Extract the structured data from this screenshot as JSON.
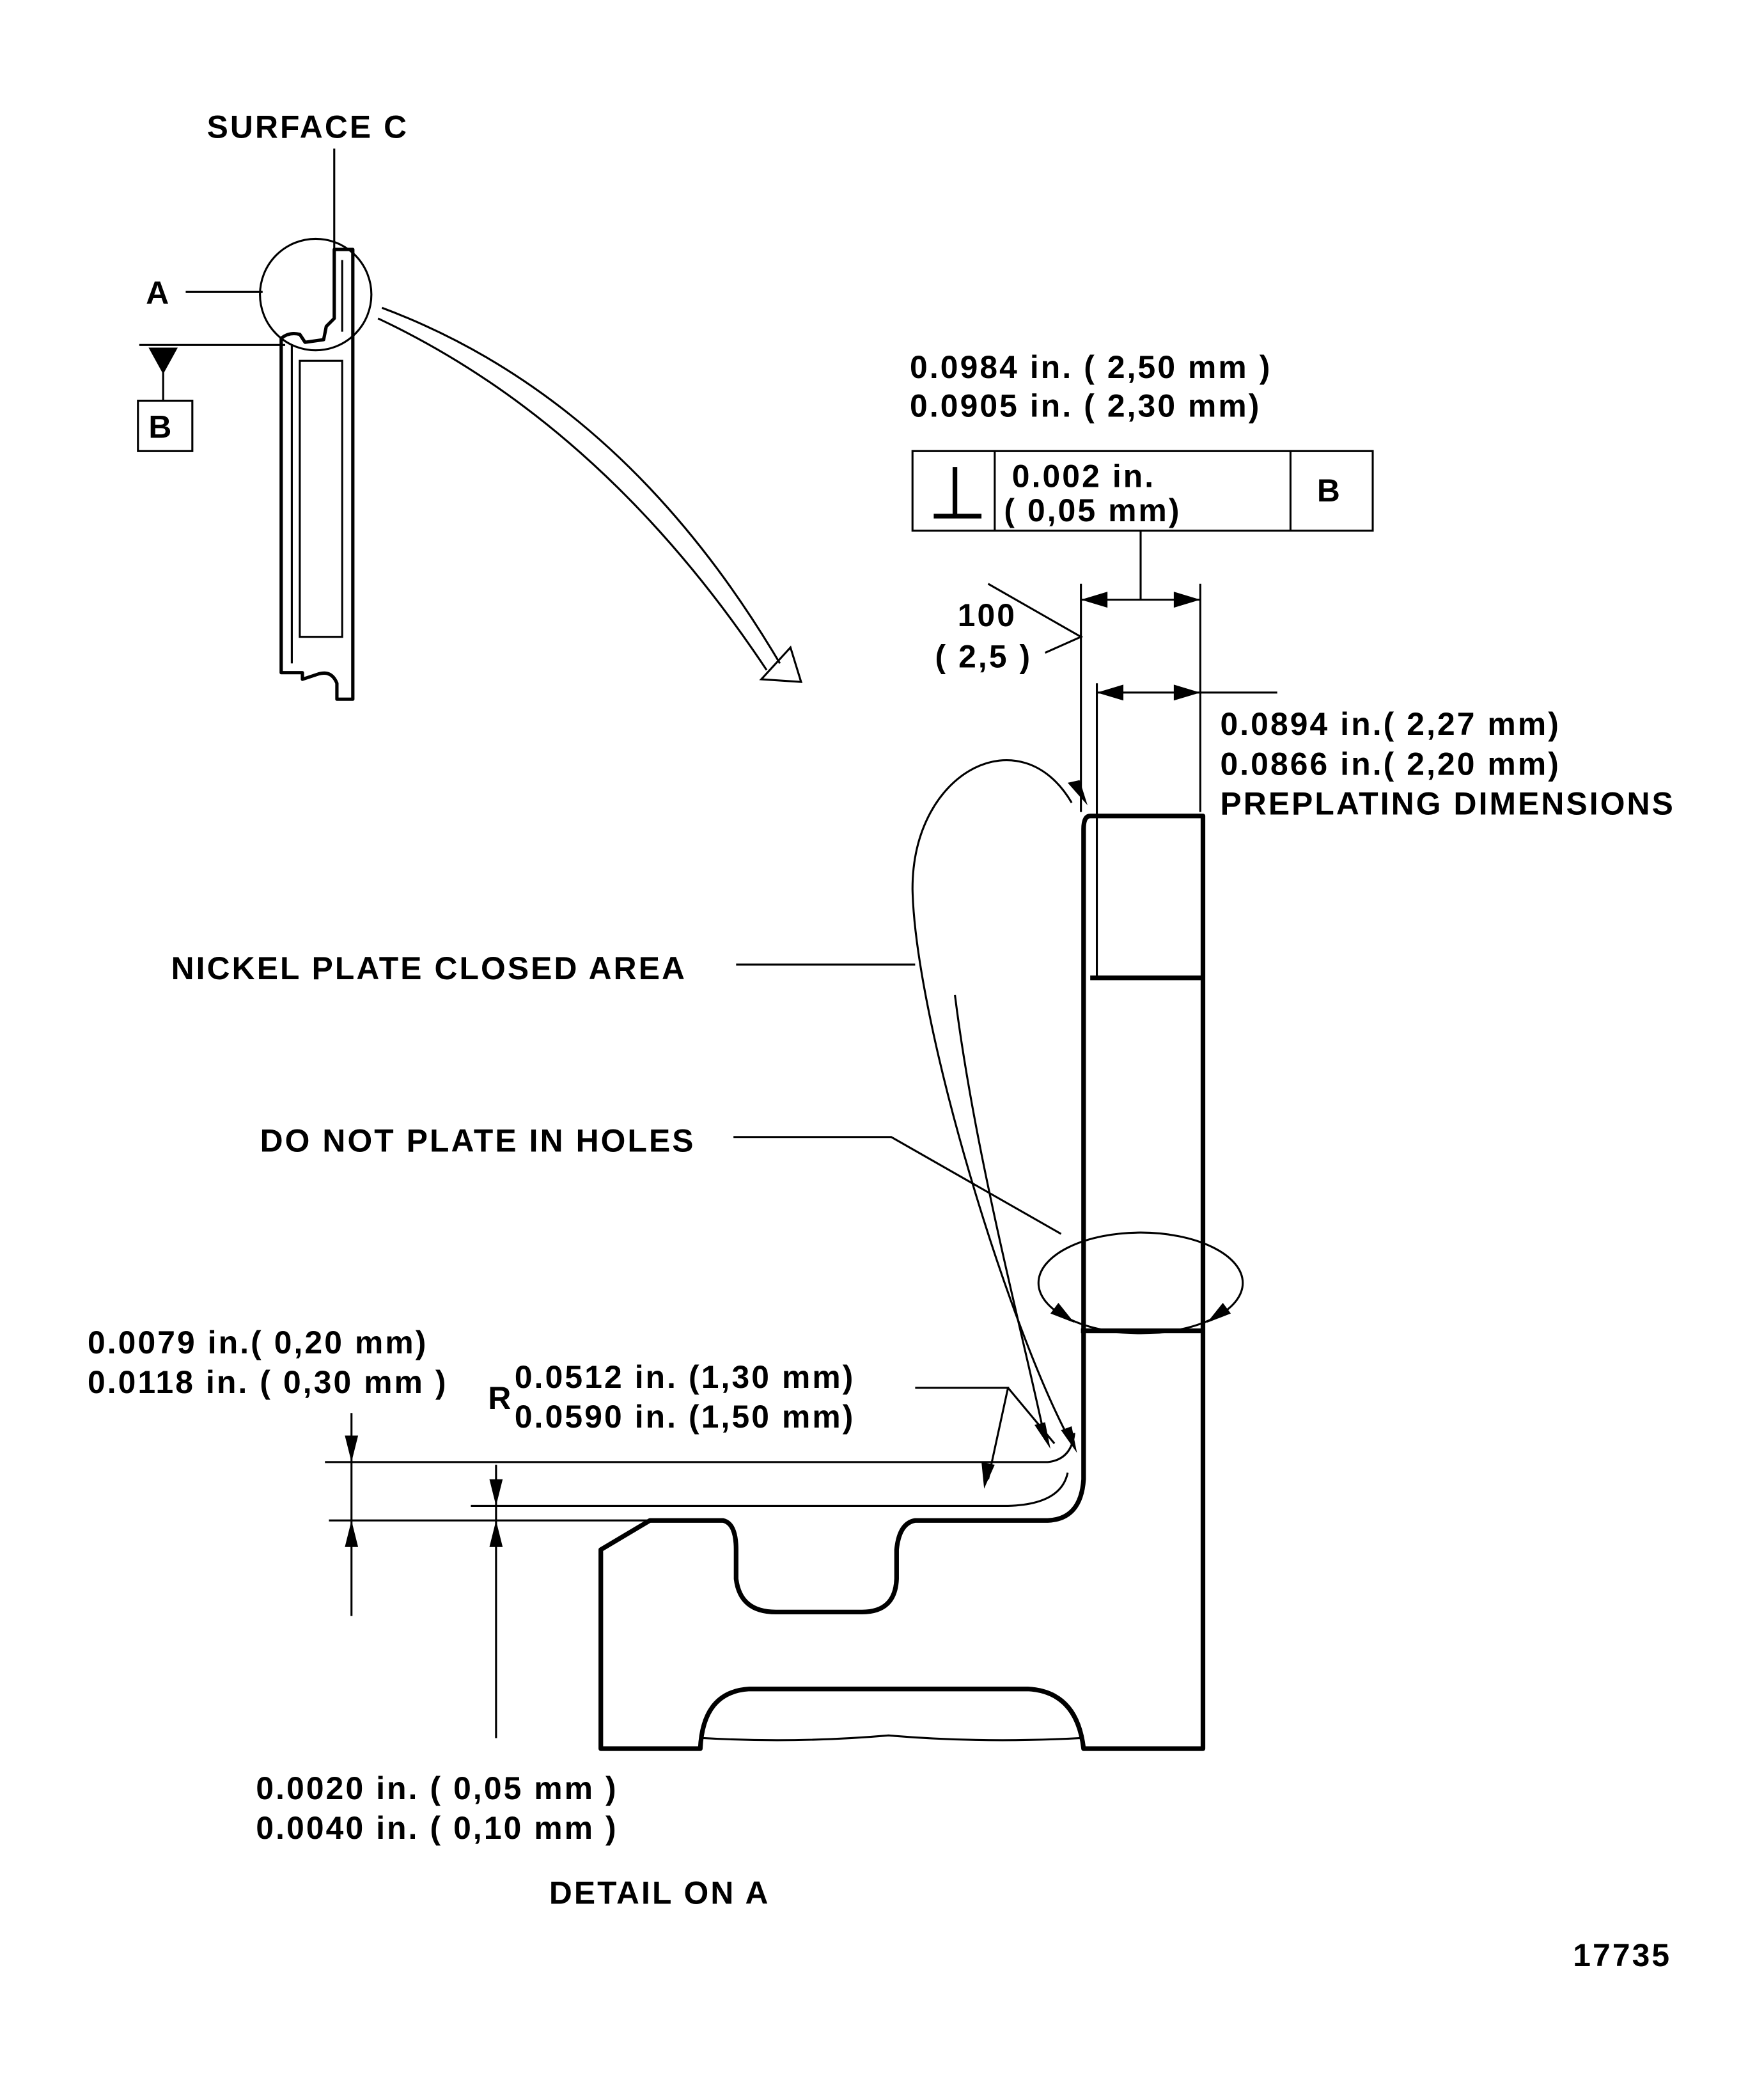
{
  "key_view": {
    "surface_label": "SURFACE C",
    "detail_label": "A",
    "datum_label": "B"
  },
  "top_dimension": {
    "max": "0.0984 in. ( 2,50 mm )",
    "min": "0.0905 in. ( 2,30 mm)"
  },
  "feature_control_frame": {
    "symbol": "perpendicularity-icon",
    "tolerance_in": "0.002 in.",
    "tolerance_mm": "( 0,05 mm)",
    "datum": "B"
  },
  "finish_mark": {
    "value": "100",
    "value_mm": "( 2,5 )"
  },
  "preplating": {
    "max": "0.0894 in.( 2,27 mm)",
    "min": "0.0866 in.( 2,20 mm)",
    "label": "PREPLATING DIMENSIONS"
  },
  "notes": {
    "nickel": "NICKEL PLATE CLOSED AREA",
    "holes": "DO NOT PLATE IN HOLES"
  },
  "step_dimension": {
    "max": "0.0079 in.( 0,20 mm)",
    "min": "0.0118 in. ( 0,30 mm )"
  },
  "radius": {
    "prefix": "R",
    "max": "0.0512 in. (1,30 mm)",
    "min": "0.0590 in. (1,50 mm)"
  },
  "plating_thickness": {
    "max": "0.0020 in. ( 0,05 mm )",
    "min": "0.0040 in. ( 0,10 mm )"
  },
  "caption": "DETAIL ON A",
  "figure_number": "17735"
}
